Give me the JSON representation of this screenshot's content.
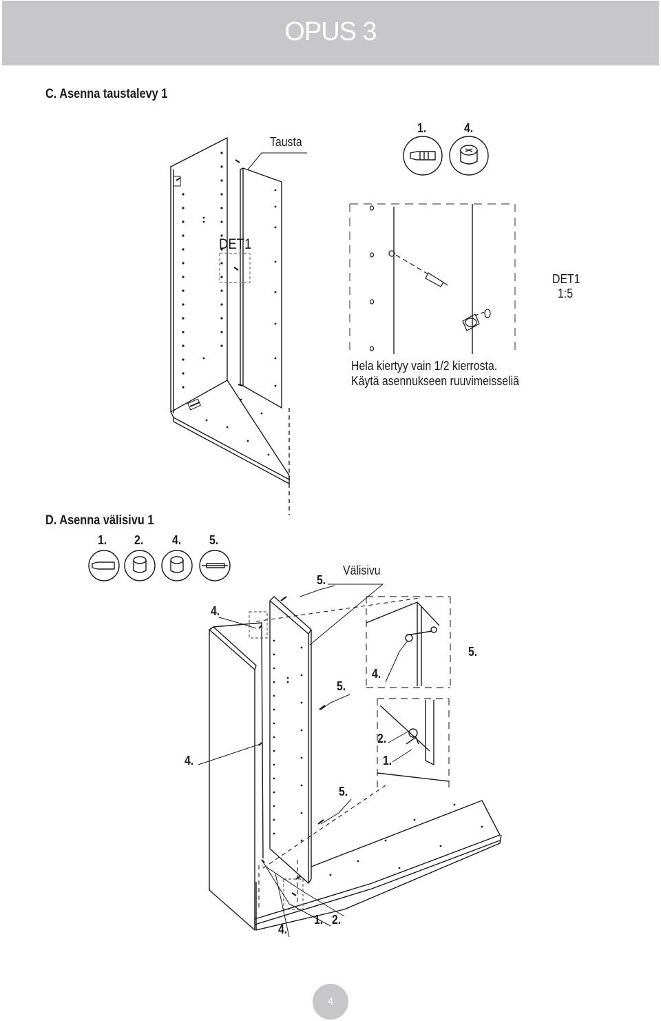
{
  "header": {
    "title": "OPUS 3",
    "color": "#c7c7c9"
  },
  "section_c": {
    "title": "C. Asenna taustalevy 1",
    "part_label": "Tausta",
    "hardware_numbers": [
      "1.",
      "4."
    ],
    "detail_label": "DET1",
    "detail_scale_name": "DET1",
    "detail_scale": "1:5",
    "note_line1": "Hela kiertyy vain 1/2 kierrosta.",
    "note_line2": "Käytä asennukseen ruuvimeisseliä"
  },
  "section_d": {
    "title": "D. Asenna välisivu 1",
    "hardware_numbers": [
      "1.",
      "2.",
      "4.",
      "5."
    ],
    "part_label": "Välisivu",
    "callouts": {
      "top_5": "5.",
      "top_4": "4.",
      "detail_5_right": "5.",
      "mid_5": "5.",
      "detail_4": "4.",
      "detail_2": "2.",
      "detail_1": "1.",
      "left_4": "4.",
      "lower_5": "5.",
      "bottom_4": "4.",
      "bottom_1": "1.",
      "bottom_2": "2."
    }
  },
  "page_number": "4"
}
